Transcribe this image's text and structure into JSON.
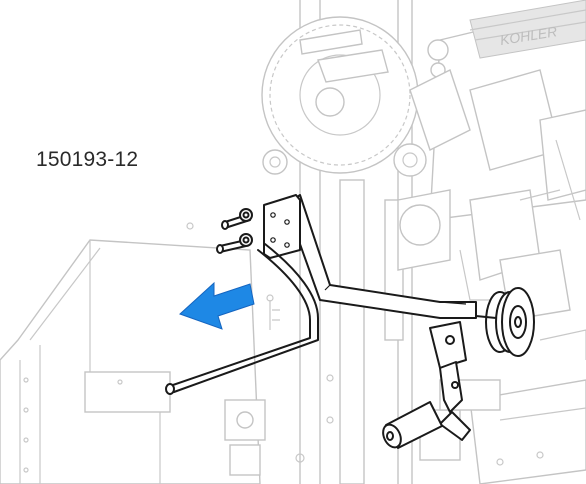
{
  "figure_id": "150193-12",
  "engine_brand_label": "KOHLER",
  "colors": {
    "arrow": "#1e88e5",
    "ghost_lines": "#c4c4c4",
    "highlight_parts": "#1a1a1a",
    "background": "#ffffff"
  },
  "arrow_direction": "left",
  "icons": [
    "blue-direction-arrow",
    "mounting-bolt",
    "washer",
    "roller-wheel",
    "handle-grip"
  ]
}
